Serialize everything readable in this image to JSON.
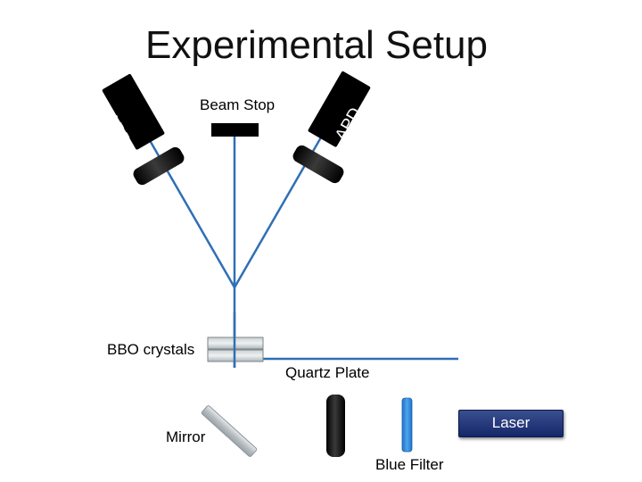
{
  "title": "Experimental Setup",
  "labels": {
    "beam_stop": "Beam Stop",
    "apd_left": "APD",
    "apd_right": "APD",
    "bbo_crystals": "BBO crystals",
    "quartz_plate": "Quartz Plate",
    "laser": "Laser",
    "mirror": "Mirror",
    "blue_filter": "Blue Filter"
  },
  "colors": {
    "beam": "#2f6fb5",
    "laser_box": "#1f3a7a",
    "detector": "#111111",
    "beam_stop": "#000000",
    "crystal": "#a9b1b5"
  }
}
